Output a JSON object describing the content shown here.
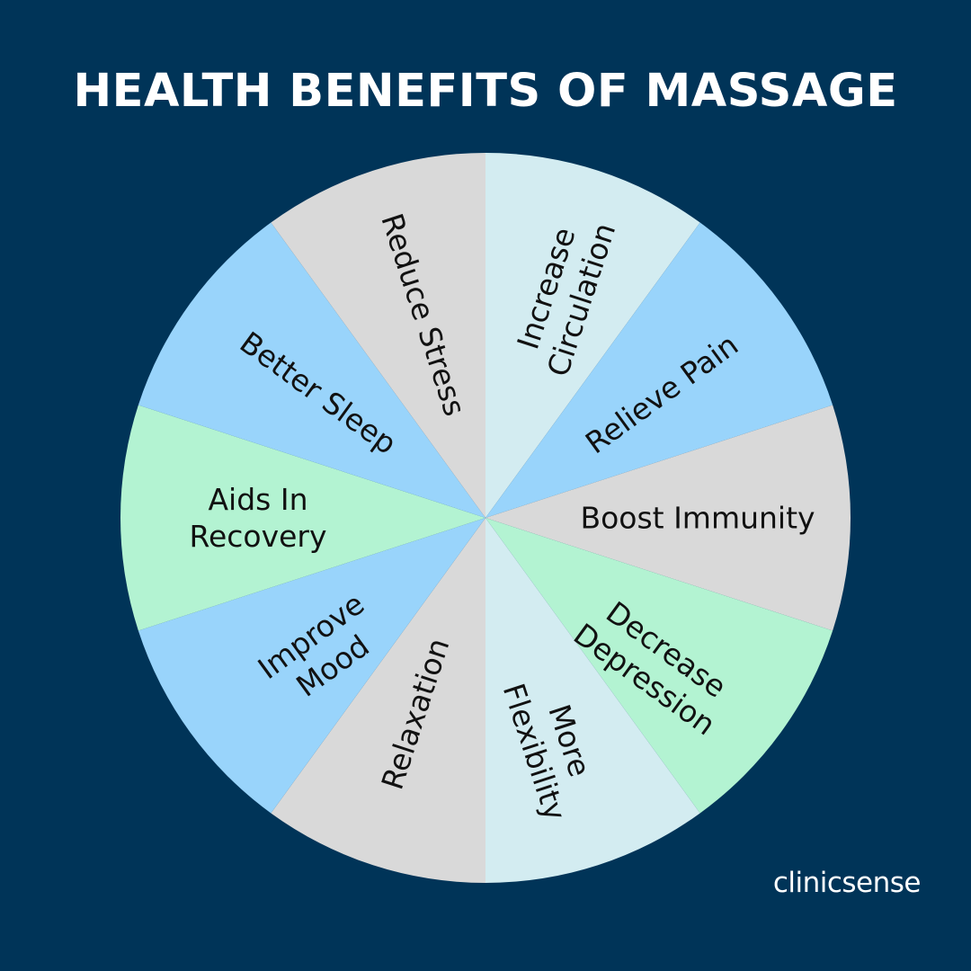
{
  "title": "HEALTH BENEFITS OF MASSAGE",
  "colors": {
    "background": "#003458",
    "title": "#ffffff",
    "text": "#111111",
    "light_cyan": "#d3ecf1",
    "light_blue": "#99d4fb",
    "light_gray": "#d9d9d9",
    "mint_green": "#b3f3d2"
  },
  "segments": [
    {
      "lines": [
        "Increase",
        "Circulation"
      ],
      "color": "#d3ecf1"
    },
    {
      "lines": [
        "Relieve Pain"
      ],
      "color": "#99d4fb"
    },
    {
      "lines": [
        "Boost Immunity"
      ],
      "color": "#d9d9d9"
    },
    {
      "lines": [
        "Decrease",
        "Depression"
      ],
      "color": "#b3f3d2"
    },
    {
      "lines": [
        "More",
        "Flexibility"
      ],
      "color": "#d3ecf1"
    },
    {
      "lines": [
        "Relaxation"
      ],
      "color": "#d9d9d9"
    },
    {
      "lines": [
        "Improve",
        "Mood"
      ],
      "color": "#99d4fb"
    },
    {
      "lines": [
        "Aids In",
        "Recovery"
      ],
      "color": "#b3f3d2"
    },
    {
      "lines": [
        "Better Sleep"
      ],
      "color": "#99d4fb"
    },
    {
      "lines": [
        "Reduce Stress"
      ],
      "color": "#d9d9d9"
    }
  ],
  "logo": "clinicsense"
}
